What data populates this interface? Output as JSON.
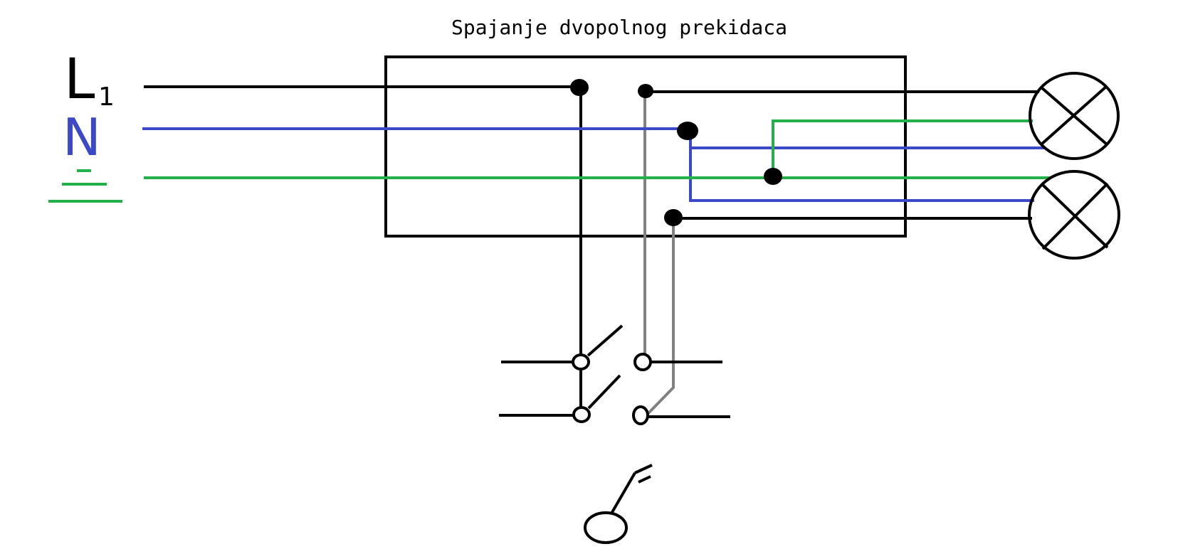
{
  "title": "Spajanje dvopolnog prekidaca",
  "labels": {
    "phase_letter": "L",
    "phase_subscript": "1",
    "neutral_letter": "N"
  },
  "colors": {
    "phase": "#000000",
    "neutral": "#3b48c8",
    "earth": "#22b04a",
    "switched": "#808080",
    "box": "#000000"
  },
  "icons": {
    "earth": "earth-ground-icon",
    "lamp": "lamp-icon",
    "switch": "double-pole-switch-icon",
    "key": "key-icon"
  }
}
